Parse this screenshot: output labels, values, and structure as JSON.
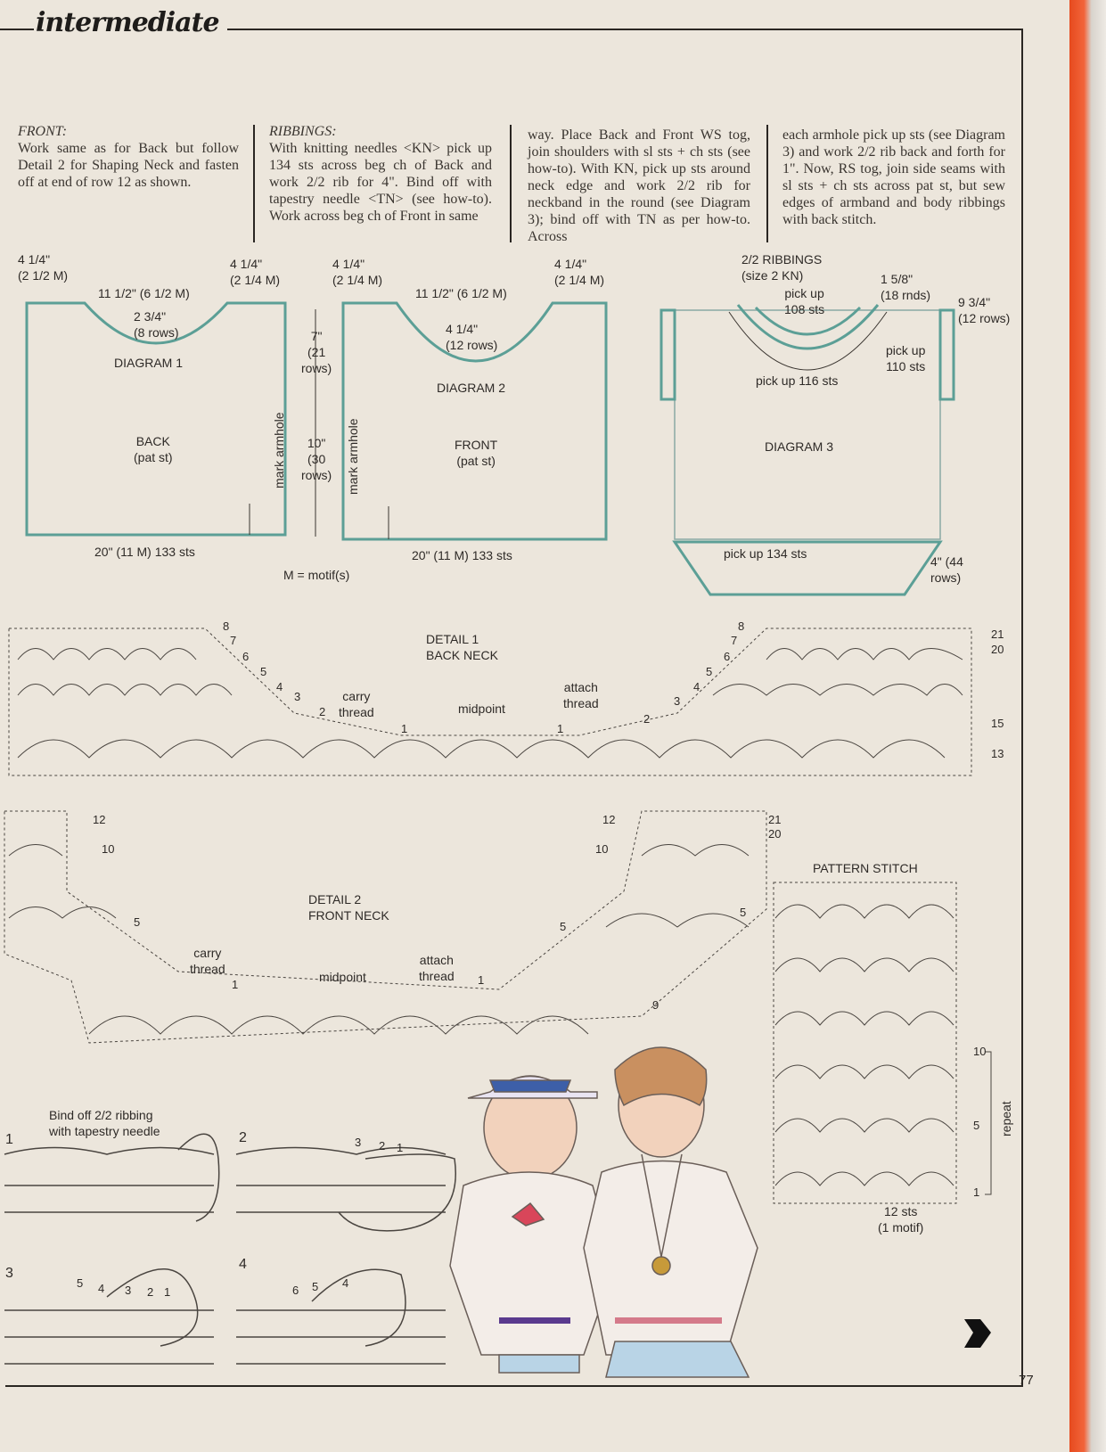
{
  "header": {
    "level": "intermediate"
  },
  "text": {
    "front_head": "FRONT:",
    "front_body": "Work same as for Back but follow Detail 2 for Shaping Neck and fasten off at end of row 12 as shown.",
    "ribbings_head": "RIBBINGS:",
    "ribbings_body": "With knitting needles <KN> pick up 134 sts across beg ch of Back and work 2/2 rib for 4\". Bind off with tapestry needle <TN> (see how-to). Work across beg ch of Front in same",
    "col3_body": "way. Place Back and Front WS tog, join shoulders with sl sts + ch sts (see how-to). With KN, pick up sts around neck edge and work 2/2 rib for neckband in the round (see Diagram 3); bind off with TN as per how-to. Across",
    "col4_body": "each armhole pick up sts (see Diagram 3) and work 2/2 rib back and forth for 1\". Now, RS tog, join side seams with sl sts + ch sts across pat st, but sew edges of armband and body ribbings with back stitch."
  },
  "diagram1": {
    "title": "DIAGRAM 1",
    "piece": "BACK",
    "stitch": "(pat st)",
    "shoulder_left": "4 1/4\"\n(2 1/2 M)",
    "shoulder_right": "4 1/4\"\n(2 1/4 M)",
    "neck_width": "11 1/2\" (6 1/2 M)",
    "neck_depth": "2 3/4\"\n(8 rows)",
    "width": "20\" (11 M) 133 sts",
    "mark": "mark armhole"
  },
  "center_dims": {
    "armhole": "7\"\n(21\nrows)",
    "body": "10\"\n(30\nrows)",
    "legend": "M = motif(s)"
  },
  "diagram2": {
    "title": "DIAGRAM 2",
    "piece": "FRONT",
    "stitch": "(pat st)",
    "shoulder_left": "4 1/4\"\n(2 1/4 M)",
    "shoulder_right": "4 1/4\"\n(2 1/4 M)",
    "neck_width": "11 1/2\" (6 1/2 M)",
    "neck_depth": "4 1/4\"\n(12 rows)",
    "width": "20\" (11 M) 133 sts",
    "mark": "mark armhole"
  },
  "diagram3": {
    "title": "DIAGRAM 3",
    "ribbings": "2/2 RIBBINGS\n(size 2 KN)",
    "pickup_neck_top": "pick up\n108 sts",
    "neck_rnds": "1 5/8\"\n(18 rnds)",
    "armband": "9 3/4\"\n(12 rows)",
    "pickup_arm": "pick up\n110 sts",
    "pickup_neck_bottom": "pick up 116 sts",
    "pickup_body": "pick up 134 sts",
    "rib_depth": "4\" (44\nrows)"
  },
  "detail1": {
    "title": "DETAIL 1\nBACK NECK",
    "carry": "carry\nthread",
    "midpoint": "midpoint",
    "attach": "attach\nthread",
    "rows_left": [
      "8",
      "7",
      "6",
      "5",
      "4",
      "3",
      "2",
      "1"
    ],
    "rows_right": [
      "8",
      "7",
      "6",
      "5",
      "4",
      "3",
      "2",
      "1"
    ],
    "rows_edge": [
      "21",
      "20",
      "15",
      "13"
    ]
  },
  "detail2": {
    "title": "DETAIL 2\nFRONT NECK",
    "carry": "carry\nthread",
    "midpoint": "midpoint",
    "attach": "attach\nthread",
    "rows_left": [
      "12",
      "10",
      "5",
      "1"
    ],
    "rows_right": [
      "12",
      "10",
      "5",
      "1"
    ],
    "rows_edge": [
      "21",
      "20",
      "5",
      "9"
    ]
  },
  "pattern_stitch": {
    "title": "PATTERN STITCH",
    "rows": [
      "10",
      "5",
      "1"
    ],
    "repeat": "repeat",
    "width": "12 sts\n(1 motif)"
  },
  "howto": {
    "caption": "Bind off 2/2 ribbing\nwith tapestry needle",
    "steps": [
      "1",
      "2",
      "3",
      "4"
    ],
    "needle_counts_2": [
      "3",
      "2",
      "1"
    ],
    "needle_counts_3": [
      "5",
      "4",
      "3",
      "2",
      "1"
    ],
    "needle_counts_4": [
      "6",
      "5",
      "4"
    ]
  },
  "page": {
    "number": "77"
  }
}
